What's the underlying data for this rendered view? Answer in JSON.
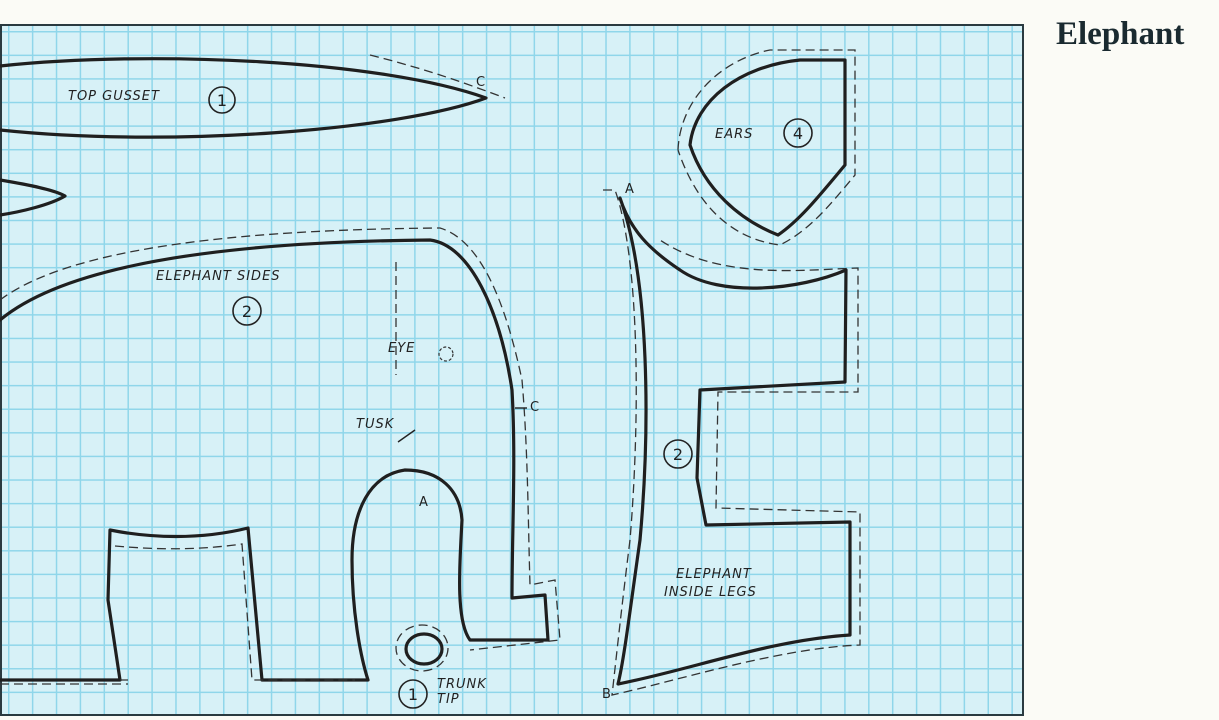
{
  "title": "Elephant",
  "colors": {
    "grid_background": "#d7f1f7",
    "grid_lines": "#8fd6ea",
    "outline": "#1f1f1f"
  },
  "labels": {
    "top_gusset": "TOP GUSSET",
    "top_gusset_count": "1",
    "ears": "EARS",
    "ears_count": "4",
    "elephant_sides": "ELEPHANT SIDES",
    "sides_count": "2",
    "eye": "EYE",
    "tusk": "TUSK",
    "inside_legs_line1": "ELEPHANT",
    "inside_legs_line2": "INSIDE LEGS",
    "inside_legs_count": "2",
    "trunk_tip_line1": "TRUNK",
    "trunk_tip_line2": "TIP",
    "trunk_tip_count": "1",
    "mark_a": "A",
    "mark_b": "B",
    "mark_c": "C"
  }
}
